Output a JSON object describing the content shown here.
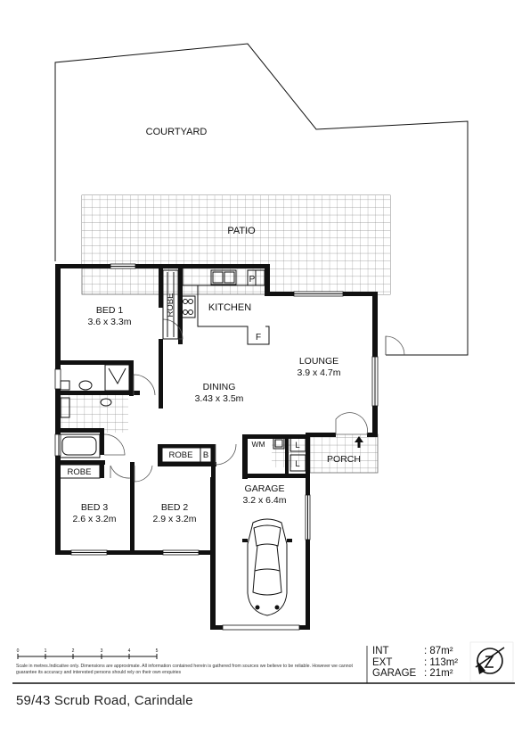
{
  "rooms": {
    "courtyard": "COURTYARD",
    "patio": "PATIO",
    "bed1": {
      "name": "BED 1",
      "size": "3.6 x 3.3m"
    },
    "robe1": "ROBE",
    "kitchen": "KITCHEN",
    "pantry": "P",
    "fridge": "F",
    "lounge": {
      "name": "LOUNGE",
      "size": "3.9 x 4.7m"
    },
    "dining": {
      "name": "DINING",
      "size": "3.43 x 3.5m"
    },
    "robe2": "ROBE",
    "robe3": "ROBE",
    "bed2": {
      "name": "BED 2",
      "size": "2.9 x 3.2m"
    },
    "bed3": {
      "name": "BED 3",
      "size": "2.6 x 3.2m"
    },
    "linen_b": "B",
    "wm": "WM",
    "linen_l1": "L",
    "linen_l2": "L",
    "porch": "PORCH",
    "garage": {
      "name": "GARAGE",
      "size": "3.2 x 6.4m"
    }
  },
  "scale": {
    "ticks": [
      "0",
      "1",
      "2",
      "3",
      "4",
      "5"
    ]
  },
  "disclaimer": "Scale in metres.Indicative only. Dimensions are approximate. All information contained herein is gathered from sources we believe to be reliable. However we cannot guarantee its accuracy and interested persons should rely on their own enquiries",
  "areas": [
    {
      "label": "INT",
      "value": ": 87m²"
    },
    {
      "label": "EXT",
      "value": ": 113m²"
    },
    {
      "label": "GARAGE",
      "value": ": 21m²"
    }
  ],
  "address": "59/43 Scrub Road, Carindale",
  "icons": {
    "compass": "north-compass-icon",
    "car": "car-icon"
  }
}
